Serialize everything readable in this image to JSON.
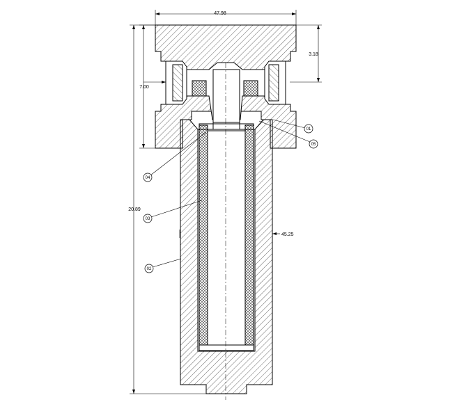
{
  "dimensions": {
    "top_width": "47.98",
    "port_offset": "3.18",
    "port_height": "7.00",
    "overall_height": "20.89",
    "bowl_width": "45.25"
  },
  "balloons": {
    "b01": "01",
    "b02": "02",
    "b03": "03",
    "b04": "04",
    "b05": "05"
  },
  "colors": {
    "line": "#000000",
    "background": "#ffffff",
    "element_fill": "#e8e8e8"
  }
}
